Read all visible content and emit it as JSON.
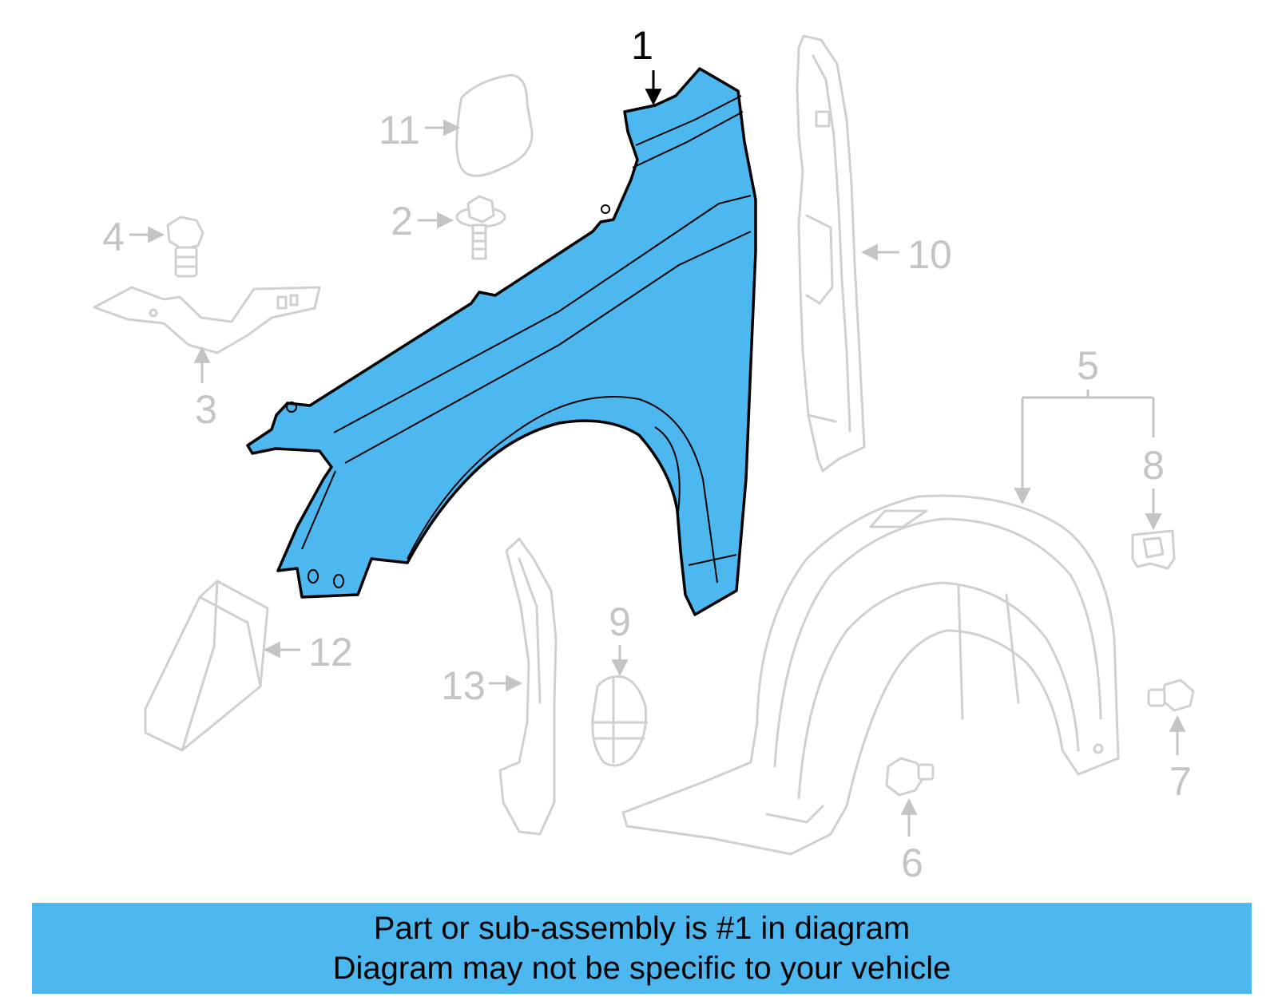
{
  "diagram": {
    "highlight_color": "#4db8f0",
    "ghost_color": "#d0d0d0",
    "callouts": [
      {
        "id": "1",
        "label": "1",
        "part": "fender",
        "highlighted": true
      },
      {
        "id": "2",
        "label": "2",
        "part": "bolt"
      },
      {
        "id": "3",
        "label": "3",
        "part": "bracket"
      },
      {
        "id": "4",
        "label": "4",
        "part": "bolt"
      },
      {
        "id": "5",
        "label": "5",
        "part": "fender-liner-assembly"
      },
      {
        "id": "6",
        "label": "6",
        "part": "bolt"
      },
      {
        "id": "7",
        "label": "7",
        "part": "screw"
      },
      {
        "id": "8",
        "label": "8",
        "part": "clip-nut"
      },
      {
        "id": "9",
        "label": "9",
        "part": "plug"
      },
      {
        "id": "10",
        "label": "10",
        "part": "fender-support"
      },
      {
        "id": "11",
        "label": "11",
        "part": "insulator"
      },
      {
        "id": "12",
        "label": "12",
        "part": "insulator"
      },
      {
        "id": "13",
        "label": "13",
        "part": "seal"
      }
    ]
  },
  "banner": {
    "background": "#4db8f0",
    "line1": "Part or sub-assembly is #1 in diagram",
    "line2": "Diagram may not be specific to your vehicle"
  }
}
